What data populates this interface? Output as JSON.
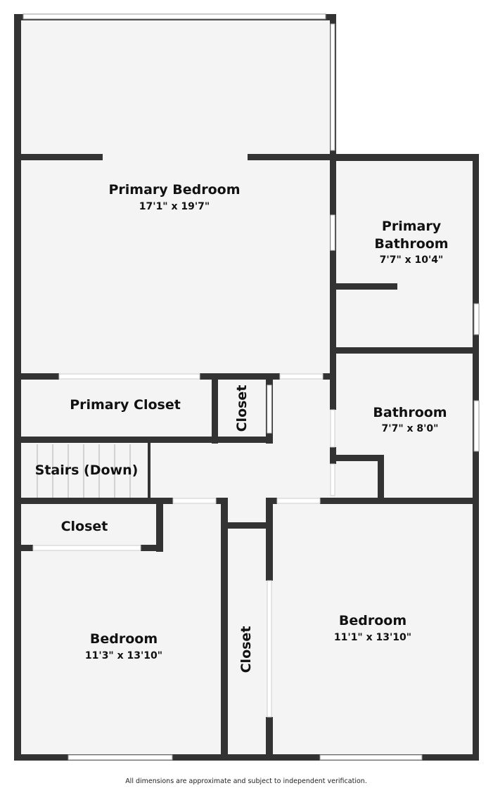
{
  "rooms": {
    "primary_bedroom": {
      "name": "Primary Bedroom",
      "dims": "17'1\" x 19'7\""
    },
    "primary_bathroom": {
      "name_line1": "Primary",
      "name_line2": "Bathroom",
      "dims": "7'7\" x 10'4\""
    },
    "primary_closet": {
      "name": "Primary Closet"
    },
    "hall_closet": {
      "name": "Closet"
    },
    "bathroom": {
      "name": "Bathroom",
      "dims": "7'7\" x 8'0\""
    },
    "stairs": {
      "name": "Stairs (Down)"
    },
    "upper_left_closet": {
      "name": "Closet"
    },
    "bedroom_left": {
      "name": "Bedroom",
      "dims": "11'3\" x 13'10\""
    },
    "center_closet": {
      "name": "Closet"
    },
    "bedroom_right": {
      "name": "Bedroom",
      "dims": "11'1\" x 13'10\""
    }
  },
  "disclaimer": "All dimensions are approximate and subject to independent verification.",
  "colors": {
    "wall": "#333333",
    "floor": "#f4f4f4",
    "window": "#ffffff",
    "window_edge": "#999999"
  }
}
